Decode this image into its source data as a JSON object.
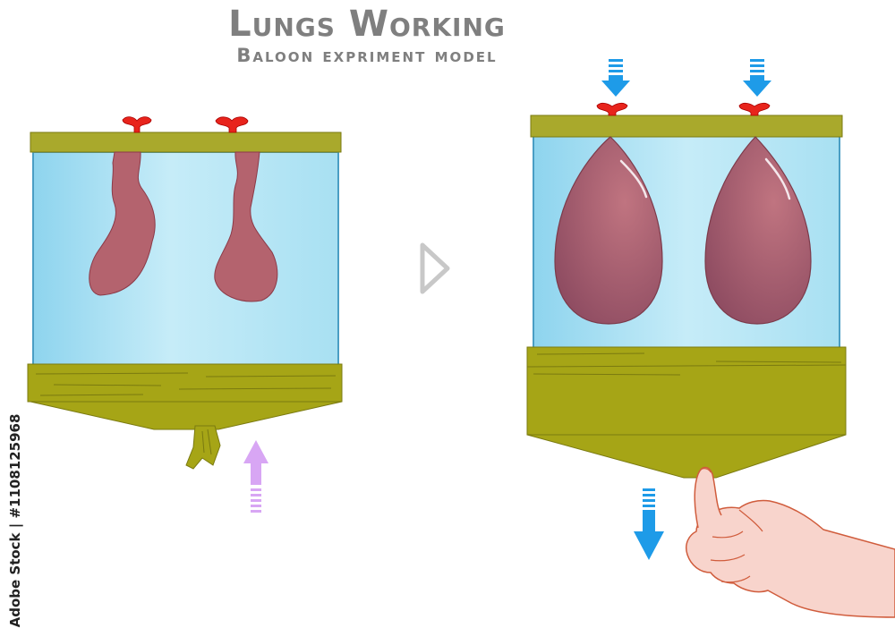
{
  "title": "Lungs Working",
  "subtitle": "Baloon expriment model",
  "watermark": "Adobe Stock | #1108125968",
  "colors": {
    "jar_glass": "#a8e0f2",
    "jar_frame": "#4a9ec4",
    "lid": "#a9a92c",
    "diaphragm": "#a6a516",
    "lung_tissue": "#b4636e",
    "valve": "#e8241c",
    "arrow_down": "#1e9be8",
    "arrow_up": "#d8a6f4",
    "hand": "#f8d4cc",
    "hand_outline": "#d05c3c",
    "next_arrow": "#c8c8c8"
  },
  "icons": {
    "air_in_left": "arrow-down-icon",
    "air_in_right": "arrow-down-icon",
    "push_up": "arrow-up-icon",
    "pull_down": "arrow-down-icon",
    "transition": "chevron-right-icon"
  }
}
